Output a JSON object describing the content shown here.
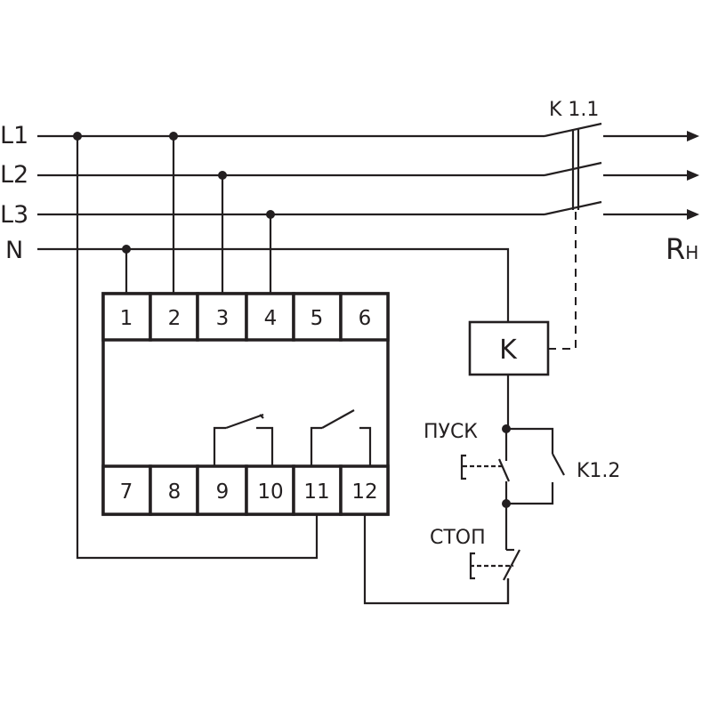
{
  "lines": {
    "L1": "L1",
    "L2": "L2",
    "L3": "L3",
    "N": "N"
  },
  "load": {
    "main": "R",
    "sub": "H"
  },
  "relay_contact_label": "K 1.1",
  "aux_contact_label": "K1.2",
  "coil_label": "K",
  "start_button_label": "ПУСК",
  "stop_button_label": "СТОП",
  "terminals_top": [
    "1",
    "2",
    "3",
    "4",
    "5",
    "6"
  ],
  "terminals_bottom": [
    "7",
    "8",
    "9",
    "10",
    "11",
    "12"
  ]
}
